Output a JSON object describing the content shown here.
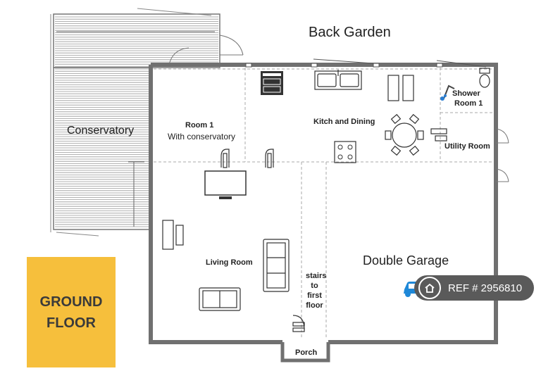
{
  "labels": {
    "back_garden": "Back Garden",
    "conservatory": "Conservatory",
    "room1_title": "Room 1",
    "room1_subtitle": "With conservatory",
    "kitchen": "Kitch and Dining",
    "shower_line1": "Shower",
    "shower_line2": "Room 1",
    "utility": "Utility Room",
    "living": "Living Room",
    "stairs_line1": "stairs",
    "stairs_line2": "to",
    "stairs_line3": "first",
    "stairs_line4": "floor",
    "garage": "Double Garage",
    "porch": "Porch"
  },
  "badge": {
    "line1": "GROUND",
    "line2": "FLOOR"
  },
  "ref": {
    "text": "REF # 2956810"
  },
  "colors": {
    "wall": "#707070",
    "badge": "#f6bf3c",
    "ref_bg": "#5a5a5a",
    "car_icon": "#1e88d8"
  },
  "icons": [
    "car-icon",
    "house-icon"
  ]
}
